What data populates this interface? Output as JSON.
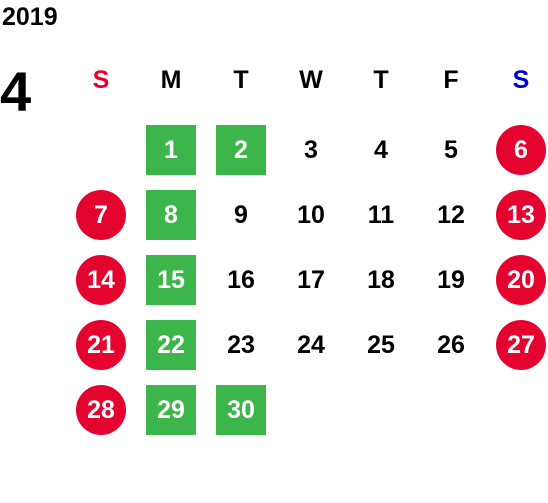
{
  "calendar": {
    "year": "2019",
    "month": "4",
    "weekdays": [
      "S",
      "M",
      "T",
      "W",
      "T",
      "F",
      "S"
    ],
    "weekday_colors": [
      "#e4032e",
      "#000000",
      "#000000",
      "#000000",
      "#000000",
      "#000000",
      "#0000cc"
    ],
    "colors": {
      "holiday": "#e4032e",
      "highlight": "#3cb54a"
    },
    "weeks": [
      [
        null,
        {
          "day": "1",
          "style": "green"
        },
        {
          "day": "2",
          "style": "green"
        },
        {
          "day": "3"
        },
        {
          "day": "4"
        },
        {
          "day": "5"
        },
        {
          "day": "6",
          "style": "red"
        }
      ],
      [
        {
          "day": "7",
          "style": "red"
        },
        {
          "day": "8",
          "style": "green"
        },
        {
          "day": "9"
        },
        {
          "day": "10"
        },
        {
          "day": "11"
        },
        {
          "day": "12"
        },
        {
          "day": "13",
          "style": "red"
        }
      ],
      [
        {
          "day": "14",
          "style": "red"
        },
        {
          "day": "15",
          "style": "green"
        },
        {
          "day": "16"
        },
        {
          "day": "17"
        },
        {
          "day": "18"
        },
        {
          "day": "19"
        },
        {
          "day": "20",
          "style": "red"
        }
      ],
      [
        {
          "day": "21",
          "style": "red"
        },
        {
          "day": "22",
          "style": "green"
        },
        {
          "day": "23"
        },
        {
          "day": "24"
        },
        {
          "day": "25"
        },
        {
          "day": "26"
        },
        {
          "day": "27",
          "style": "red"
        }
      ],
      [
        {
          "day": "28",
          "style": "red"
        },
        {
          "day": "29",
          "style": "green"
        },
        {
          "day": "30",
          "style": "green"
        },
        null,
        null,
        null,
        null
      ]
    ]
  }
}
